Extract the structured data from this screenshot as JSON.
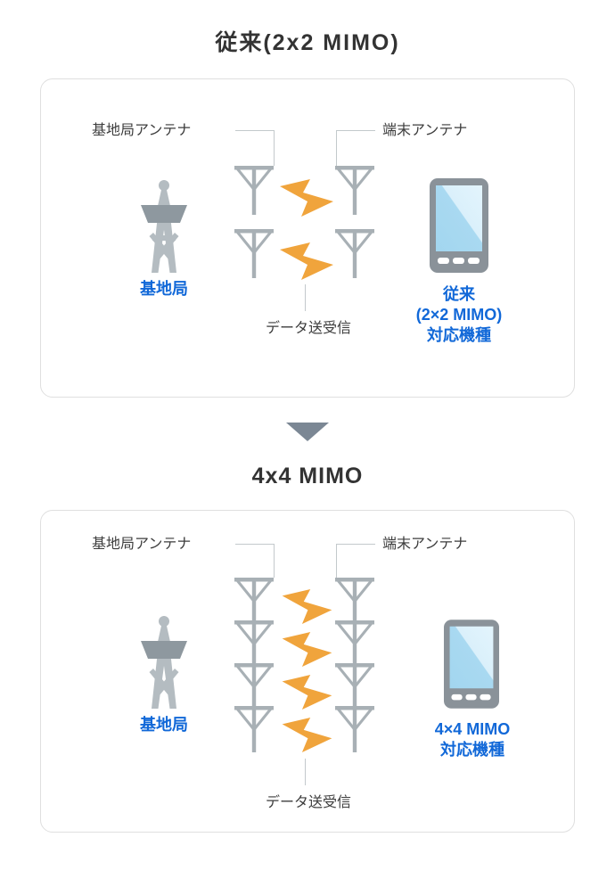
{
  "sections": [
    {
      "id": "legacy",
      "title": "従来(2x2 MIMO)",
      "labels": {
        "base_antenna": "基地局アンテナ",
        "device_antenna": "端末アンテナ",
        "data_transfer": "データ送受信"
      },
      "base_station": {
        "icon": "radio-tower-icon",
        "label": "基地局"
      },
      "device": {
        "icon": "smartphone-icon",
        "label_lines": [
          "従来",
          "(2×2 MIMO)",
          "対応機種"
        ]
      },
      "antenna_rows": 2,
      "bolt_count": 2,
      "antenna_icon": "antenna-icon",
      "bolt_icon": "lightning-bolt-icon"
    },
    {
      "id": "mimo4x4",
      "title": "4x4 MIMO",
      "labels": {
        "base_antenna": "基地局アンテナ",
        "device_antenna": "端末アンテナ",
        "data_transfer": "データ送受信"
      },
      "base_station": {
        "icon": "radio-tower-icon",
        "label": "基地局"
      },
      "device": {
        "icon": "smartphone-icon",
        "label_lines": [
          "4×4 MIMO",
          "対応機種"
        ]
      },
      "antenna_rows": 4,
      "bolt_count": 4,
      "antenna_icon": "antenna-icon",
      "bolt_icon": "lightning-bolt-icon"
    }
  ],
  "divider": {
    "icon": "down-triangle-icon"
  },
  "colors": {
    "accent_blue": "#1168d8",
    "antenna_gray": "#a8b0b5",
    "tower_gray": "#b4bcc1",
    "tower_platform_gray": "#8e989f",
    "bolt_orange": "#f0a43c",
    "phone_body_gray": "#8a9299",
    "phone_screen_blue": "#a8d8f0",
    "panel_border": "#dfdfdf",
    "divider_gray": "#7b8794",
    "text_dark": "#333333",
    "leader_gray": "#c3c9cc"
  }
}
